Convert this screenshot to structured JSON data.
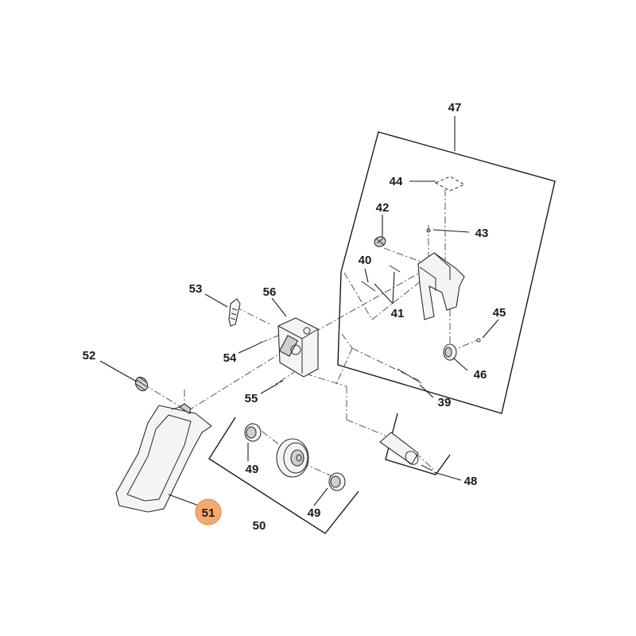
{
  "diagram": {
    "highlight_color": "#f6a96b",
    "highlighted_callout": "51",
    "callouts": {
      "c39": "39",
      "c40": "40",
      "c41": "41",
      "c42": "42",
      "c43": "43",
      "c44": "44",
      "c45": "45",
      "c46": "46",
      "c47": "47",
      "c48": "48",
      "c49a": "49",
      "c49b": "49",
      "c50": "50",
      "c51": "51",
      "c52": "52",
      "c53": "53",
      "c54": "54",
      "c55": "55",
      "c56": "56"
    }
  }
}
